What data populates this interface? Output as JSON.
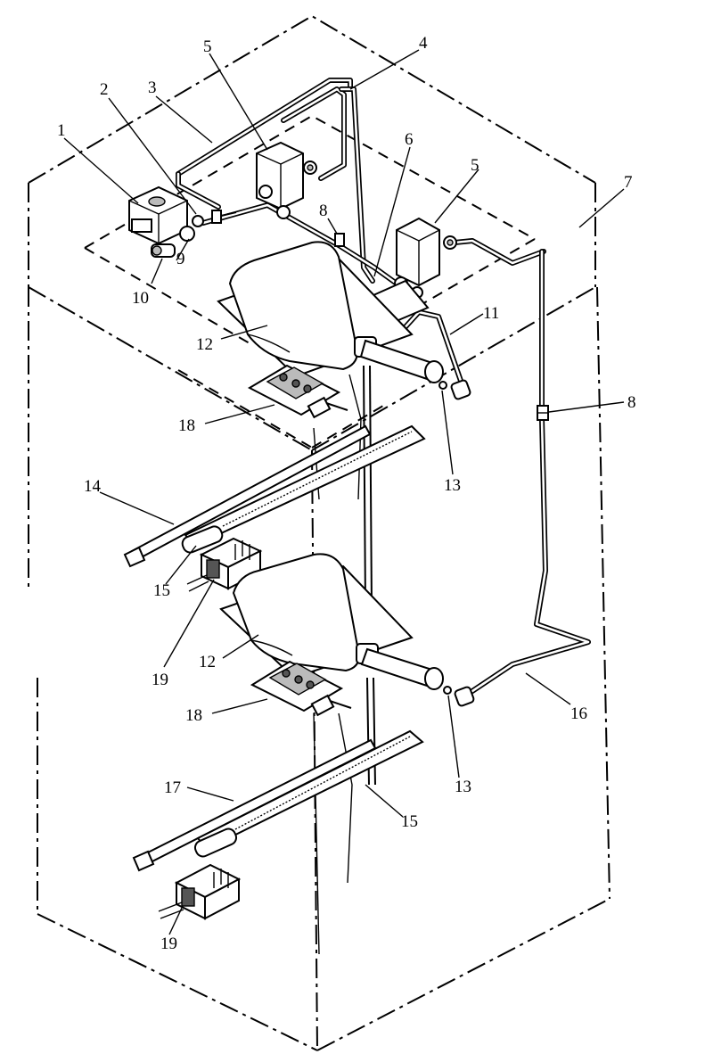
{
  "callouts": {
    "c1": "1",
    "c2": "2",
    "c3": "3",
    "c4": "4",
    "c5a": "5",
    "c5b": "5",
    "c6": "6",
    "c7": "7",
    "c8a": "8",
    "c8b": "8",
    "c9": "9",
    "c10": "10",
    "c11": "11",
    "c12a": "12",
    "c12b": "12",
    "c13a": "13",
    "c13b": "13",
    "c14": "14",
    "c15a": "15",
    "c15b": "15",
    "c16": "16",
    "c17": "17",
    "c18a": "18",
    "c18b": "18",
    "c19a": "19",
    "c19b": "19"
  }
}
